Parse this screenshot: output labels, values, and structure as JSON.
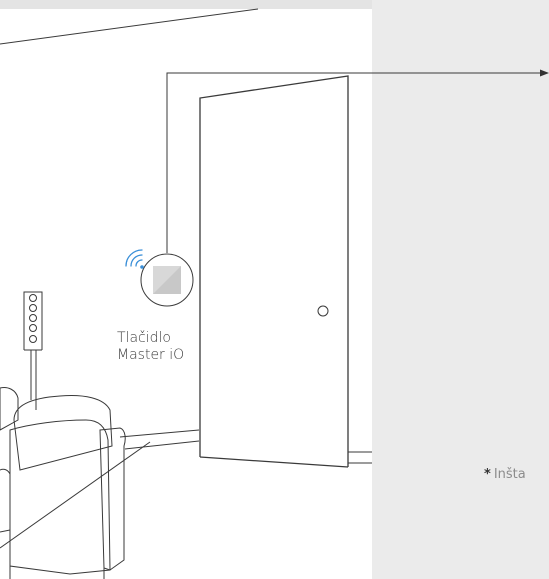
{
  "colors": {
    "background": "#ffffff",
    "panel": "#ebebeb",
    "line": "#3a3a3a",
    "wireless_icon": "#3a8fd8",
    "switch_face": "#d8d8d8"
  },
  "device": {
    "label_line1": "Tlačidlo",
    "label_line2": "Master iO",
    "icon": "wireless-signal-icon"
  },
  "footnote": {
    "marker": "*",
    "text": "Inšta"
  }
}
